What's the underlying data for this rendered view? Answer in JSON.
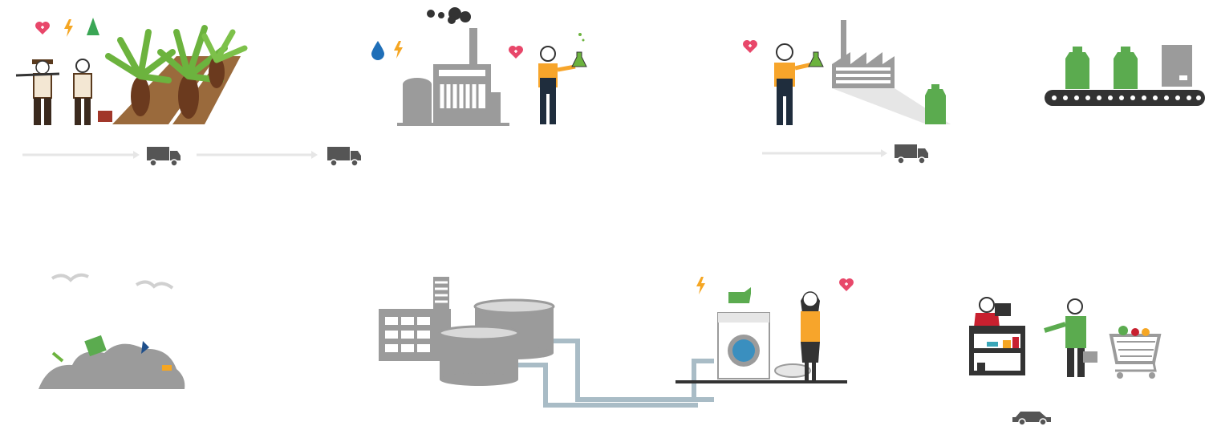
{
  "diagram": {
    "type": "product-lifecycle-illustration",
    "stages": [
      {
        "id": "raw-material-farming",
        "icons": [
          "heart-icon",
          "lightning-icon",
          "tree-icon"
        ]
      },
      {
        "id": "chemical-processing-plant",
        "icons": [
          "water-drop-icon",
          "lightning-icon",
          "heart-icon",
          "flask-icon"
        ]
      },
      {
        "id": "product-manufacturing",
        "icons": [
          "heart-icon",
          "flask-icon",
          "factory-icon",
          "detergent-bottle-icon"
        ]
      },
      {
        "id": "packaging-conveyor",
        "icons": [
          "detergent-bottle-icon",
          "box-icon",
          "conveyor-belt-icon"
        ]
      },
      {
        "id": "retail-shopping",
        "icons": [
          "cashier-icon",
          "shopper-icon",
          "shopping-cart-icon",
          "car-icon"
        ]
      },
      {
        "id": "consumer-use-laundry",
        "icons": [
          "lightning-icon",
          "detergent-bottle-icon",
          "heart-icon",
          "washing-machine-icon"
        ]
      },
      {
        "id": "wastewater-treatment",
        "icons": [
          "factory-icon",
          "tank-icon",
          "pipe-icon"
        ]
      },
      {
        "id": "landfill-disposal",
        "icons": [
          "bird-icon",
          "waste-pile-icon"
        ]
      }
    ],
    "transport": [
      {
        "icon": "truck-icon"
      },
      {
        "icon": "truck-icon"
      },
      {
        "icon": "truck-icon"
      },
      {
        "icon": "car-icon"
      }
    ],
    "colors": {
      "heart": "#e8476a",
      "lightning": "#f5a623",
      "tree": "#3aa655",
      "water": "#1f6fb8",
      "worker_orange": "#f7a52b",
      "worker_navy": "#1f2d3d",
      "product_green": "#5bab4f",
      "industrial_gray": "#9b9b9b",
      "dark_gray": "#4a4a4a",
      "pipe_blue": "#a9bcc6",
      "palm_green": "#6cb33e",
      "soil_brown": "#9a6a3c",
      "cashier_red": "#c8202f"
    }
  }
}
